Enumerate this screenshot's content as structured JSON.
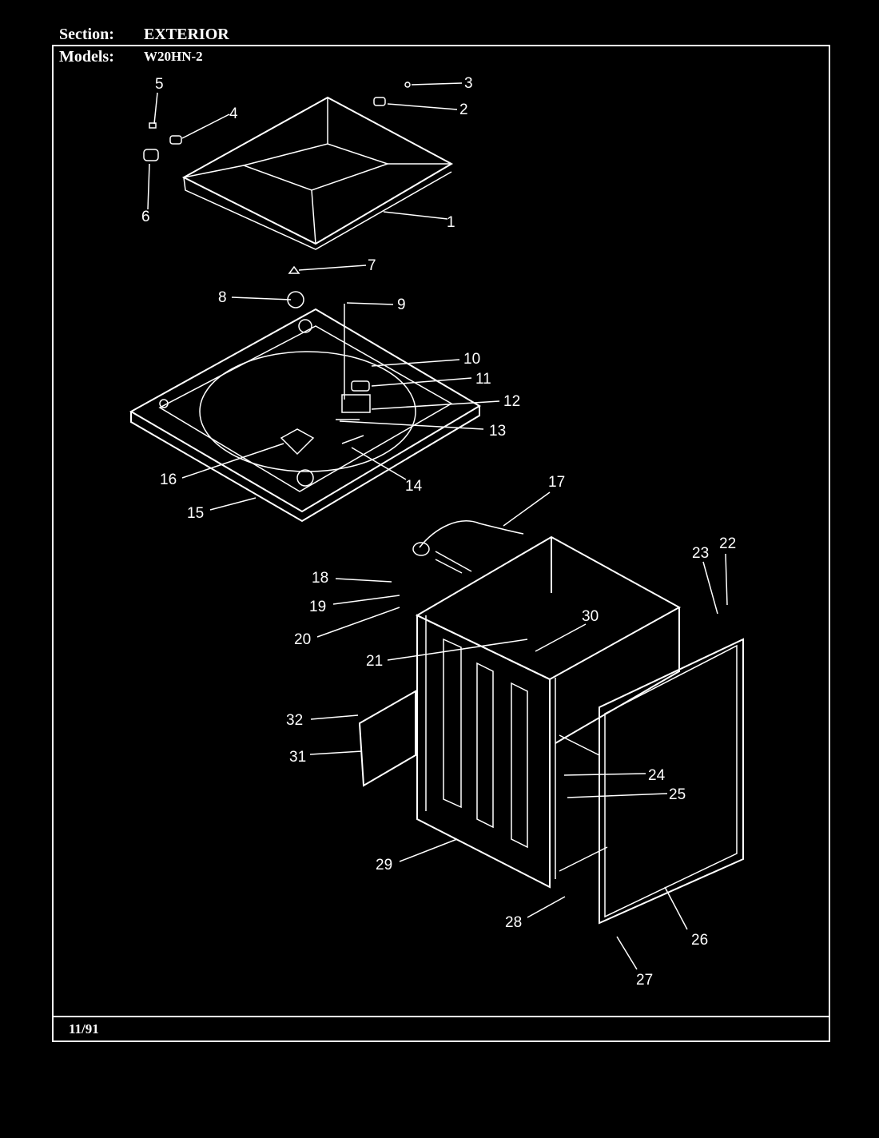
{
  "header": {
    "section_label": "Section:",
    "section_value": "EXTERIOR",
    "models_label": "Models:",
    "models_value": "W20HN-2"
  },
  "footer": {
    "date": "11/91"
  },
  "callouts": [
    "1",
    "2",
    "3",
    "4",
    "5",
    "6",
    "7",
    "8",
    "9",
    "10",
    "11",
    "12",
    "13",
    "14",
    "15",
    "16",
    "17",
    "18",
    "19",
    "20",
    "21",
    "22",
    "23",
    "24",
    "25",
    "26",
    "27",
    "28",
    "29",
    "30",
    "31",
    "32"
  ]
}
